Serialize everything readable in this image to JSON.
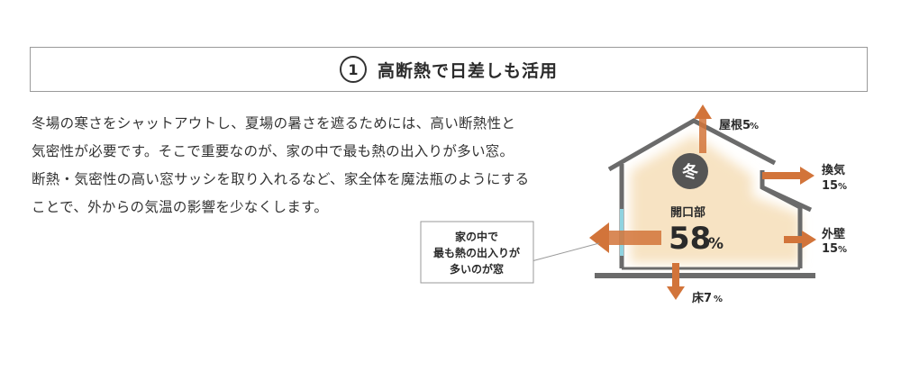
{
  "title": {
    "number": "1",
    "text": "高断熱で日差しも活用"
  },
  "body_lines": [
    "冬場の寒さをシャットアウトし、夏場の暑さを遮るためには、高い断熱性と",
    "気密性が必要です。そこで重要なのが、家の中で最も熱の出入りが多い窓。",
    "断熱・気密性の高い窓サッシを取り入れるなど、家全体を魔法瓶のようにする",
    "ことで、外からの気温の影響を少なくします。"
  ],
  "diagram": {
    "season_badge": "冬",
    "callout_lines": [
      "家の中で",
      "最も熱の出入りが",
      "多いのが窓"
    ],
    "opening": {
      "label": "開口部",
      "value": "58",
      "unit": "%"
    },
    "roof": {
      "label": "屋根5",
      "unit": "%"
    },
    "ventilation": {
      "label": "換気",
      "value": "15",
      "unit": "%"
    },
    "wall": {
      "label": "外壁",
      "value": "15",
      "unit": "%"
    },
    "floor": {
      "label": "床7",
      "unit": "%"
    },
    "colors": {
      "arrow": "#d2743a",
      "interior": "#f7e3c3",
      "house_line": "#6b6b6b",
      "badge": "#555555",
      "window": "#8fd3e0"
    }
  }
}
